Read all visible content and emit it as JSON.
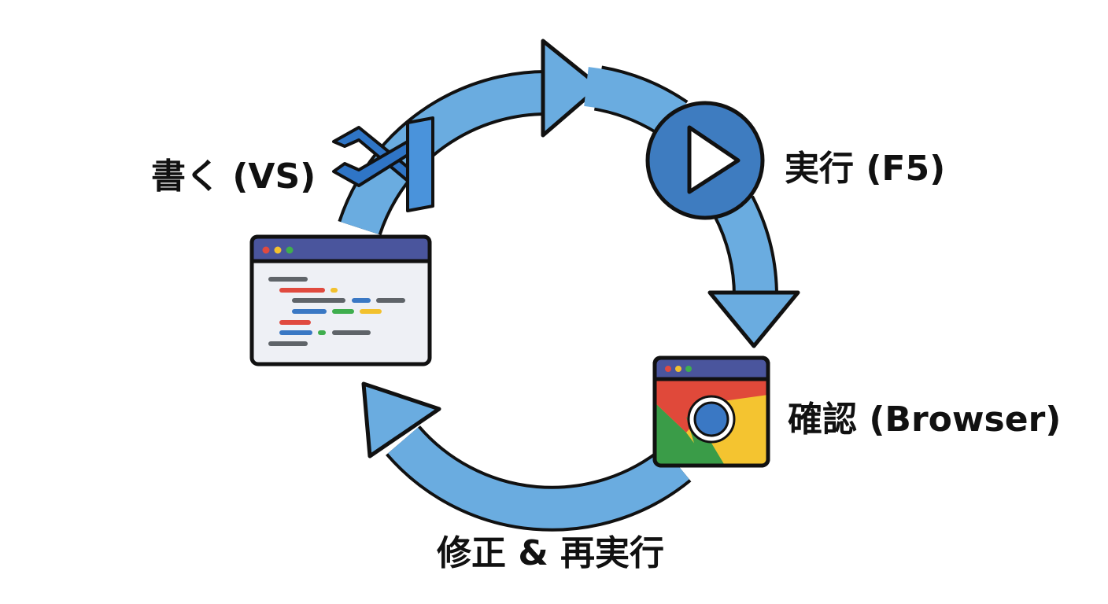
{
  "labels": {
    "write": "書く (VS)",
    "run": "実行 (F5)",
    "check": "確認 (Browser)",
    "fix": "修正 & 再実行"
  },
  "colors": {
    "arrow_fill": "#6aace0",
    "outline": "#111111",
    "vs_blue_dark": "#2f75c6",
    "vs_blue_light": "#4a93db",
    "play_fill": "#3e7cc0",
    "window_titlebar": "#4a559d",
    "window_body": "#eef0f5",
    "dot_red": "#e04a3f",
    "dot_yellow": "#f2c12e",
    "dot_green": "#3fae4e",
    "code_gray": "#5f6469",
    "code_red": "#e04a3f",
    "code_blue": "#3a78c4",
    "code_green": "#3fae4e",
    "code_yellow": "#f2c12e",
    "chrome_red": "#e0493a",
    "chrome_green": "#3a9c48",
    "chrome_yellow": "#f4c430",
    "chrome_blue": "#3a78c4"
  },
  "icons": {
    "editor": "vs-code-icon",
    "run": "play-icon",
    "code": "code-window-icon",
    "browser": "chrome-browser-icon",
    "cycle": "cycle-arrows"
  }
}
